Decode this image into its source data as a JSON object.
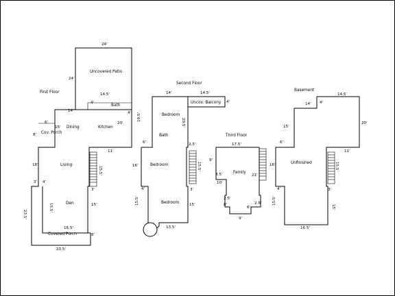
{
  "floors": [
    {
      "title": "First Floor",
      "rooms": [
        "Uncovered Patio",
        "Bath",
        "Kitchen",
        "Dining",
        "Cov. Porch",
        "Living",
        "Den",
        "Covered Porch"
      ],
      "dimensions": [
        "24'",
        "24'",
        "14.5'",
        "4'",
        "4'",
        "14'",
        "15'",
        "20'",
        "6'",
        "8'",
        "11'",
        "18'",
        "15.5'",
        "3'",
        "4'",
        "15.5'",
        "3'",
        "15'",
        "16.5'",
        "23.5'",
        "8'",
        "23.5'"
      ]
    },
    {
      "title": "Second Floor",
      "rooms": [
        "Bedroom",
        "Uncov. Balcony",
        "Bath",
        "Bedroom",
        "Bedroom"
      ],
      "dimensions": [
        "14'",
        "14.5'",
        "4'",
        "19.5'",
        "20.5'",
        "6'",
        "2.5'",
        "16'",
        "15.5'",
        "4'",
        "3'",
        "15.5'",
        "15'",
        "13.5'"
      ]
    },
    {
      "title": "Third Floor",
      "rooms": [
        "Family"
      ],
      "dimensions": [
        "17.5'",
        "9'",
        "3.5'",
        "10'",
        "21'",
        "2.5'",
        "8'",
        "6'",
        "2.5'",
        "9'"
      ]
    },
    {
      "title": "Basement",
      "rooms": [
        "Unfinished"
      ],
      "dimensions": [
        "14'",
        "4'",
        "14.5'",
        "15'",
        "20'",
        "6'",
        "11'",
        "16'",
        "15.5'",
        "4'",
        "3'",
        "15.5'",
        "15'",
        "16.5'"
      ]
    }
  ]
}
